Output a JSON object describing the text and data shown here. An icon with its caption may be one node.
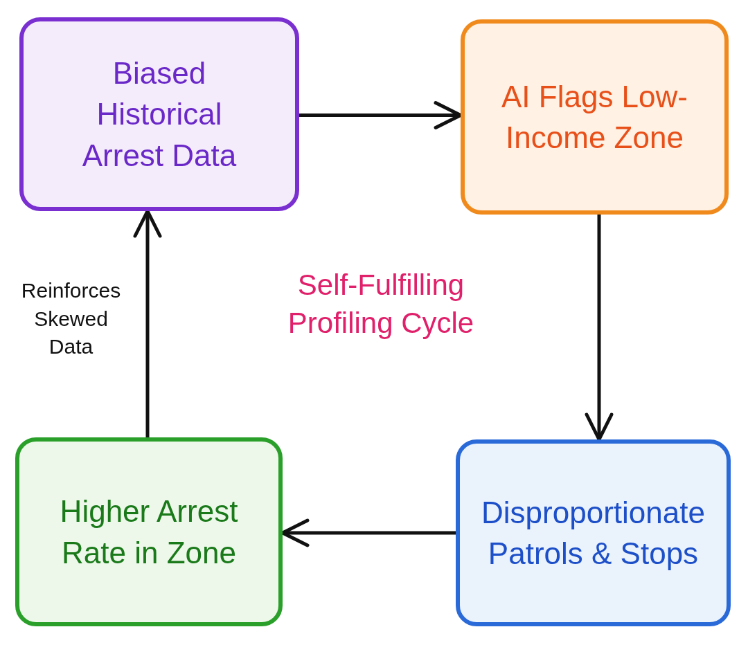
{
  "diagram": {
    "nodes": [
      {
        "text": [
          "Biased Historical Arrest Data"
        ]
      },
      {
        "text": [
          "AI Flags Low-Income Zone"
        ]
      },
      {
        "text": [
          "Disproportionate Patrols & Stops"
        ]
      },
      {
        "text": [
          "Higher Arrest Rate in Zone"
        ]
      }
    ],
    "edges": [
      {
        "from": 0,
        "to": 1,
        "arrow": "to"
      },
      {
        "from": 1,
        "to": 2,
        "arrow": "to"
      },
      {
        "from": 2,
        "to": 3,
        "arrow": "to"
      },
      {
        "from": 3,
        "to": 0,
        "arrow": "to",
        "label": "Reinforces Skewed Data"
      }
    ],
    "labels": [
      "Self-Fulfilling Profiling Cycle"
    ]
  }
}
